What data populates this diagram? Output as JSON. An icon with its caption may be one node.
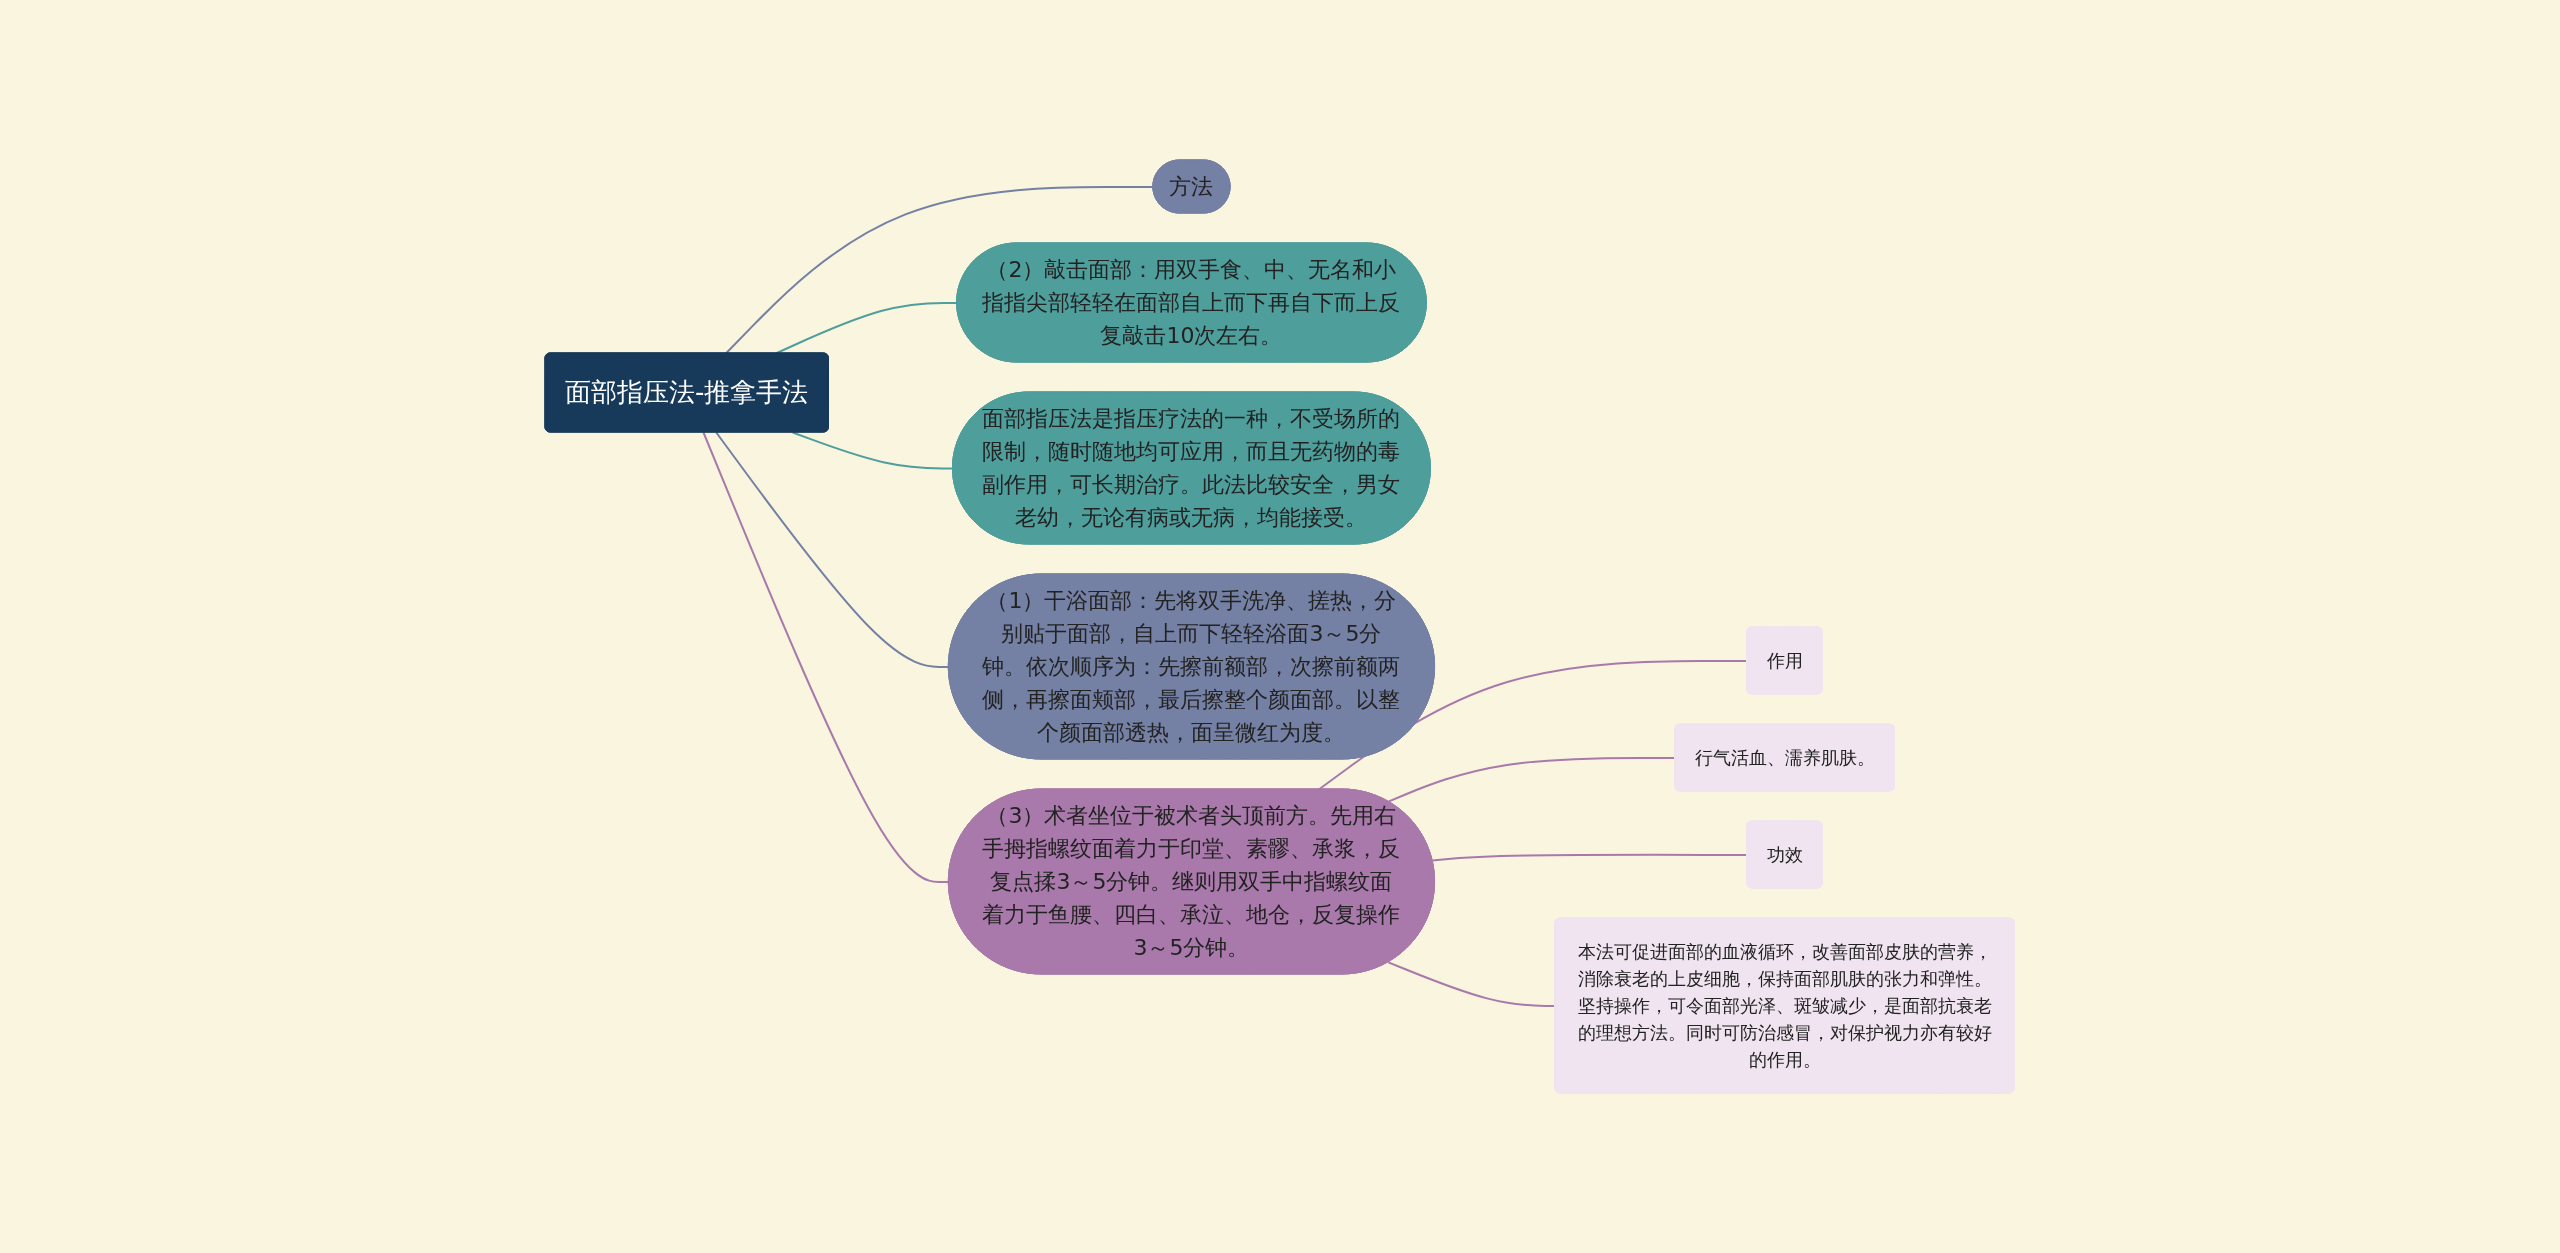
{
  "diagram": {
    "nodes": [
      {
        "text": [
          "面部指压法-推拿手法"
        ]
      },
      {
        "text": [
          "方法"
        ]
      },
      {
        "text": [
          "（2）敲击面部：用双手食、中、无名和小指指尖部轻轻在面部自上而下再自下而上反复敲击10次左右。"
        ]
      },
      {
        "text": [
          "面部指压法是指压疗法的一种，不受场所的限制，随时随地均可应用，而且无药物的毒副作用，可长期治疗。此法比较安全，男女老幼，无论有病或无病，均能接受。"
        ]
      },
      {
        "text": [
          "（1）干浴面部：先将双手洗净、搓热，分别贴于面部，自上而下轻轻浴面3～5分钟。依次顺序为：先擦前额部，次擦前额两侧，再擦面颊部，最后擦整个颜面部。以整个颜面部透热，面呈微红为度。"
        ]
      },
      {
        "text": [
          "（3）术者坐位于被术者头顶前方。先用右手拇指螺纹面着力于印堂、素髎、承浆，反复点揉3～5分钟。继则用双手中指螺纹面着力于鱼腰、四白、承泣、地仓，反复操作3～5分钟。"
        ]
      },
      {
        "text": [
          "作用"
        ]
      },
      {
        "text": [
          "行气活血、濡养肌肤。"
        ]
      },
      {
        "text": [
          "功效"
        ]
      },
      {
        "text": [
          "本法可促进面部的血液循环，改善面部皮肤的营养，消除衰老的上皮细胞，保持面部肌肤的张力和弹性。坚持操作，可令面部光泽、斑皱减少，是面部抗衰老的理想方法。同时可防治感冒，对保护视力亦有较好的作用。"
        ]
      }
    ],
    "edges": [
      {
        "from": 0,
        "to": 1,
        "arrow": "none",
        "color": "#7480a4"
      },
      {
        "from": 0,
        "to": 2,
        "arrow": "none",
        "color": "#4e9e9c"
      },
      {
        "from": 0,
        "to": 3,
        "arrow": "none",
        "color": "#4e9e9c"
      },
      {
        "from": 0,
        "to": 4,
        "arrow": "none",
        "color": "#7480a4"
      },
      {
        "from": 0,
        "to": 5,
        "arrow": "none"
      },
      {
        "from": 5,
        "to": 6,
        "arrow": "none"
      },
      {
        "from": 5,
        "to": 7,
        "arrow": "none"
      },
      {
        "from": 5,
        "to": 8,
        "arrow": "none"
      },
      {
        "from": 5,
        "to": 9,
        "arrow": "none"
      }
    ]
  }
}
